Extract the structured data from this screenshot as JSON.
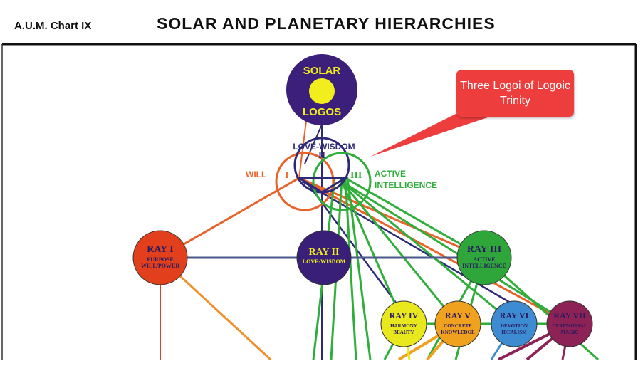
{
  "header": {
    "chart_id": "A.U.M. Chart IX",
    "title": "SOLAR AND PLANETARY HIERARCHIES"
  },
  "callout": {
    "text": "Three Logoi of Logoic Trinity",
    "color": "#ee3d3d"
  },
  "solar_logos": {
    "line1": "SOLAR",
    "line2": "LOGOS",
    "color": "#3b1f7a"
  },
  "trinity": {
    "will": {
      "label": "WILL",
      "numeral": "I",
      "color": "#e8622a"
    },
    "love_wisdom": {
      "label": "LOVE-WISDOM",
      "numeral": "II",
      "color": "#2e2a78"
    },
    "active_intelligence": {
      "label_line1": "ACTIVE",
      "label_line2": "INTELLIGENCE",
      "numeral": "III",
      "color": "#2fae3a"
    }
  },
  "rays": [
    {
      "title": "RAY I",
      "line1": "PURPOSE",
      "line2": "WILL/POWER",
      "color": "#e2401c"
    },
    {
      "title": "RAY II",
      "line1": "LOVE-WISDOM",
      "line2": "",
      "color": "#3a1f78"
    },
    {
      "title": "RAY III",
      "line1": "ACTIVE",
      "line2": "INTELLIGENCE",
      "color": "#2ea63a"
    },
    {
      "title": "RAY IV",
      "line1": "HARMONY",
      "line2": "BEAUTY",
      "color": "#e8e81c"
    },
    {
      "title": "RAY V",
      "line1": "CONCRETE",
      "line2": "KNOWLEDGE",
      "color": "#f0a21e"
    },
    {
      "title": "RAY VI",
      "line1": "DEVOTION",
      "line2": "IDEALISM",
      "color": "#3d8cd2"
    },
    {
      "title": "RAY VII",
      "line1": "CEREMONIAL",
      "line2": "MAGIC",
      "color": "#8c2255"
    }
  ]
}
